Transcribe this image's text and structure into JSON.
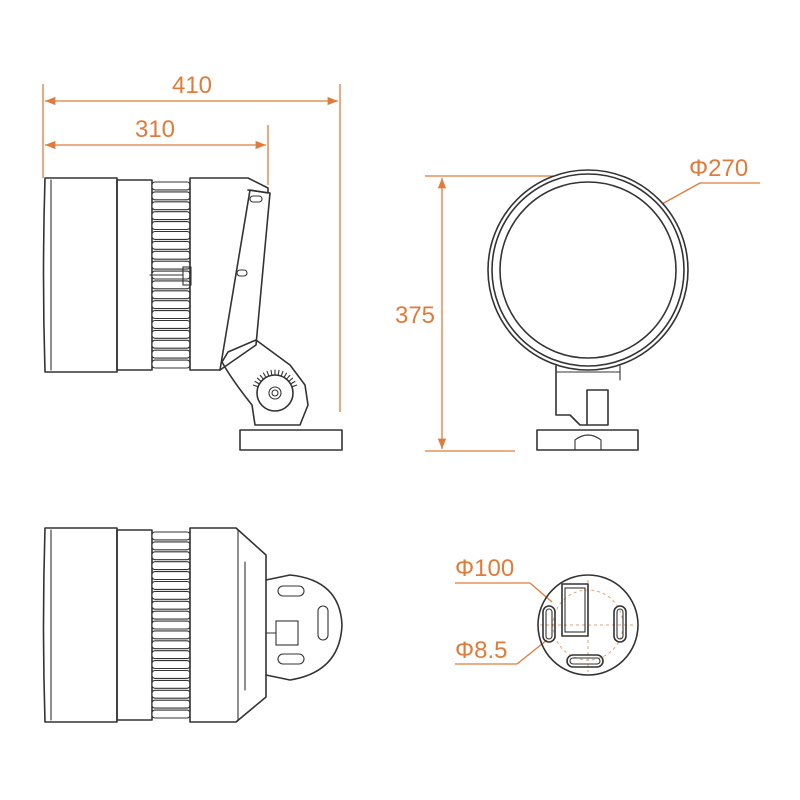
{
  "colors": {
    "dimension": "#E07B3C",
    "outline": "#333333"
  },
  "dimensions": {
    "overall_length": "410",
    "head_length": "310",
    "height": "375",
    "head_diameter": "Φ270",
    "mount_circle_diameter": "Φ100",
    "mount_hole_diameter": "Φ8.5"
  }
}
